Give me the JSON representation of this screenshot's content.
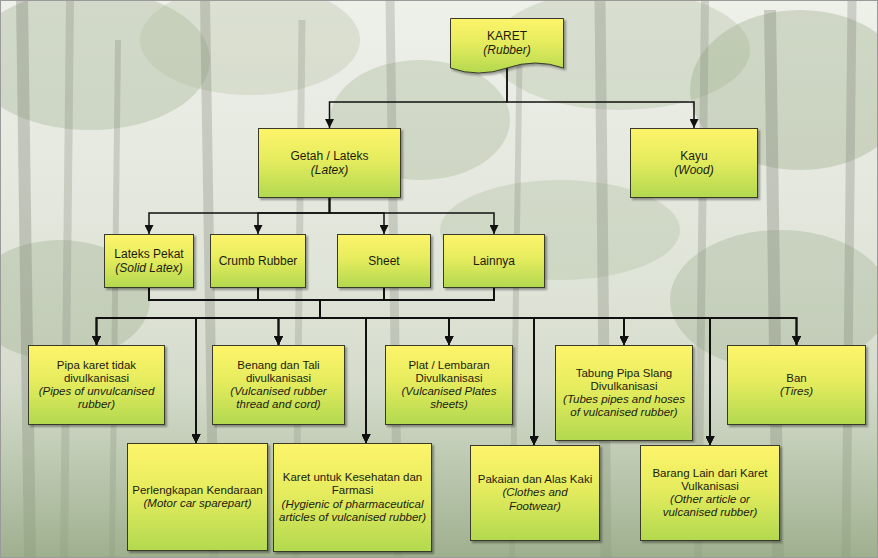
{
  "diagram": {
    "nodes": [
      {
        "text": [
          "KARET",
          "(Rubber)"
        ]
      },
      {
        "text": [
          "Getah / Lateks",
          "(Latex)"
        ]
      },
      {
        "text": [
          "Kayu",
          "(Wood)"
        ]
      },
      {
        "text": [
          "Lateks Pekat",
          "(Solid Latex)"
        ]
      },
      {
        "text": [
          "Crumb Rubber"
        ]
      },
      {
        "text": [
          "Sheet"
        ]
      },
      {
        "text": [
          "Lainnya"
        ]
      },
      {
        "text": [
          "Pipa karet tidak divulkanisasi",
          "(Pipes of unvulcanised rubber)"
        ]
      },
      {
        "text": [
          "Benang dan Tali divulkanisasi",
          "(Vulcanised rubber thread and cord)"
        ]
      },
      {
        "text": [
          "Plat / Lembaran Divulkanisasi",
          "(Vulcanised Plates sheets)"
        ]
      },
      {
        "text": [
          "Tabung Pipa Slang Divulkanisasi",
          "(Tubes pipes and hoses of vulcanised rubber)"
        ]
      },
      {
        "text": [
          "Ban",
          "(Tires)"
        ]
      },
      {
        "text": [
          "Perlengkapan Kendaraan",
          "(Motor car sparepart)"
        ]
      },
      {
        "text": [
          "Karet untuk Kesehatan dan Farmasi",
          "(Hygienic of pharmaceutical articles of vulcanised rubber)"
        ]
      },
      {
        "text": [
          "Pakaian dan Alas Kaki",
          "(Clothes and Footwear)"
        ]
      },
      {
        "text": [
          "Barang Lain dari Karet Vulkanisasi",
          "(Other article or vulcanised rubber)"
        ]
      }
    ],
    "edges": [
      {
        "from": 0,
        "to": 1,
        "arrow": "to"
      },
      {
        "from": 0,
        "to": 2,
        "arrow": "to"
      },
      {
        "from": 1,
        "to": 3,
        "arrow": "to"
      },
      {
        "from": 1,
        "to": 4,
        "arrow": "to"
      },
      {
        "from": 1,
        "to": 5,
        "arrow": "to"
      },
      {
        "from": 1,
        "to": 6,
        "arrow": "to"
      },
      {
        "from": 3,
        "to": 7,
        "arrow": "to"
      },
      {
        "from": 3,
        "to": 8,
        "arrow": "to"
      },
      {
        "from": 3,
        "to": 9,
        "arrow": "to"
      },
      {
        "from": 3,
        "to": 10,
        "arrow": "to"
      },
      {
        "from": 3,
        "to": 11,
        "arrow": "to"
      },
      {
        "from": 3,
        "to": 12,
        "arrow": "to"
      },
      {
        "from": 3,
        "to": 13,
        "arrow": "to"
      },
      {
        "from": 3,
        "to": 14,
        "arrow": "to"
      },
      {
        "from": 3,
        "to": 15,
        "arrow": "to"
      },
      {
        "from": 4,
        "to": 7,
        "arrow": "to"
      },
      {
        "from": 4,
        "to": 8,
        "arrow": "to"
      },
      {
        "from": 4,
        "to": 9,
        "arrow": "to"
      },
      {
        "from": 4,
        "to": 10,
        "arrow": "to"
      },
      {
        "from": 4,
        "to": 11,
        "arrow": "to"
      },
      {
        "from": 4,
        "to": 12,
        "arrow": "to"
      },
      {
        "from": 4,
        "to": 13,
        "arrow": "to"
      },
      {
        "from": 4,
        "to": 14,
        "arrow": "to"
      },
      {
        "from": 4,
        "to": 15,
        "arrow": "to"
      },
      {
        "from": 5,
        "to": 7,
        "arrow": "to"
      },
      {
        "from": 5,
        "to": 8,
        "arrow": "to"
      },
      {
        "from": 5,
        "to": 9,
        "arrow": "to"
      },
      {
        "from": 5,
        "to": 10,
        "arrow": "to"
      },
      {
        "from": 5,
        "to": 11,
        "arrow": "to"
      },
      {
        "from": 5,
        "to": 12,
        "arrow": "to"
      },
      {
        "from": 5,
        "to": 13,
        "arrow": "to"
      },
      {
        "from": 5,
        "to": 14,
        "arrow": "to"
      },
      {
        "from": 5,
        "to": 15,
        "arrow": "to"
      },
      {
        "from": 6,
        "to": 7,
        "arrow": "to"
      },
      {
        "from": 6,
        "to": 8,
        "arrow": "to"
      },
      {
        "from": 6,
        "to": 9,
        "arrow": "to"
      },
      {
        "from": 6,
        "to": 10,
        "arrow": "to"
      },
      {
        "from": 6,
        "to": 11,
        "arrow": "to"
      },
      {
        "from": 6,
        "to": 12,
        "arrow": "to"
      },
      {
        "from": 6,
        "to": 13,
        "arrow": "to"
      },
      {
        "from": 6,
        "to": 14,
        "arrow": "to"
      },
      {
        "from": 6,
        "to": 15,
        "arrow": "to"
      }
    ]
  }
}
